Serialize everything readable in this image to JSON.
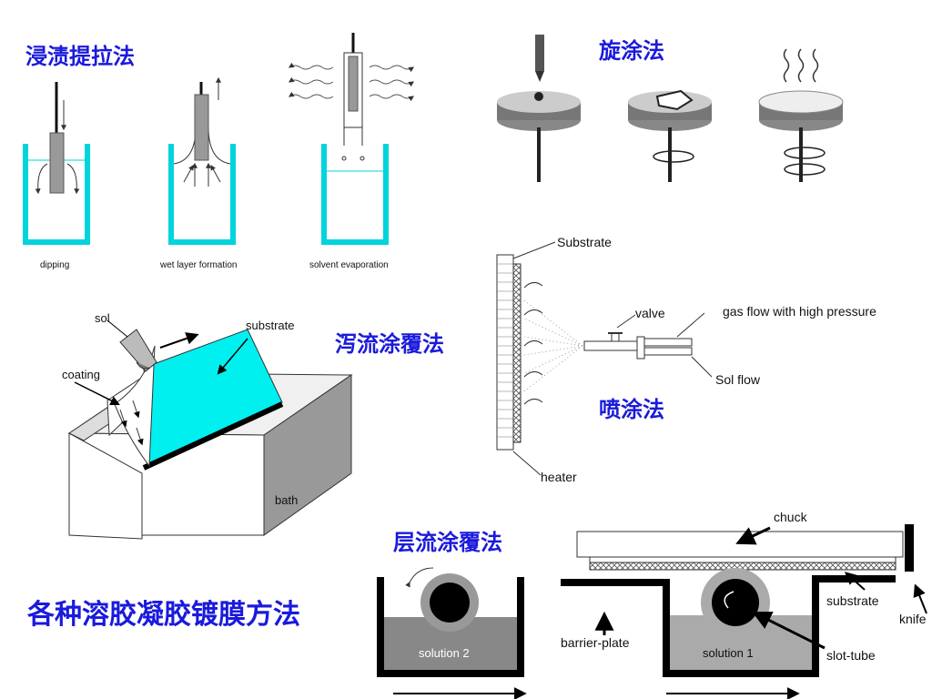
{
  "titles": {
    "dip_coating": "浸渍提拉法",
    "spin_coating": "旋涂法",
    "flow_coating": "泻流涂覆法",
    "spray_coating": "喷涂法",
    "laminar_flow_coating": "层流涂覆法",
    "main_title": "各种溶胶凝胶镀膜方法"
  },
  "dip": {
    "step1": "dipping",
    "step2": "wet layer formation",
    "step3": "solvent evaporation"
  },
  "flow": {
    "sol": "sol",
    "substrate": "substrate",
    "coating": "coating",
    "bath": "bath"
  },
  "spray": {
    "substrate": "Substrate",
    "valve": "valve",
    "gas_flow": "gas flow with high pressure",
    "sol_flow": "Sol flow",
    "heater": "heater"
  },
  "laminar": {
    "chuck": "chuck",
    "substrate": "substrate",
    "knife": "knife",
    "barrier_plate": "barrier-plate",
    "slot_tube": "slot-tube",
    "solution1": "solution 1",
    "solution2": "solution 2"
  },
  "colors": {
    "title_blue": "#1a1adc",
    "liquid_cyan": "#00e0e8"
  }
}
